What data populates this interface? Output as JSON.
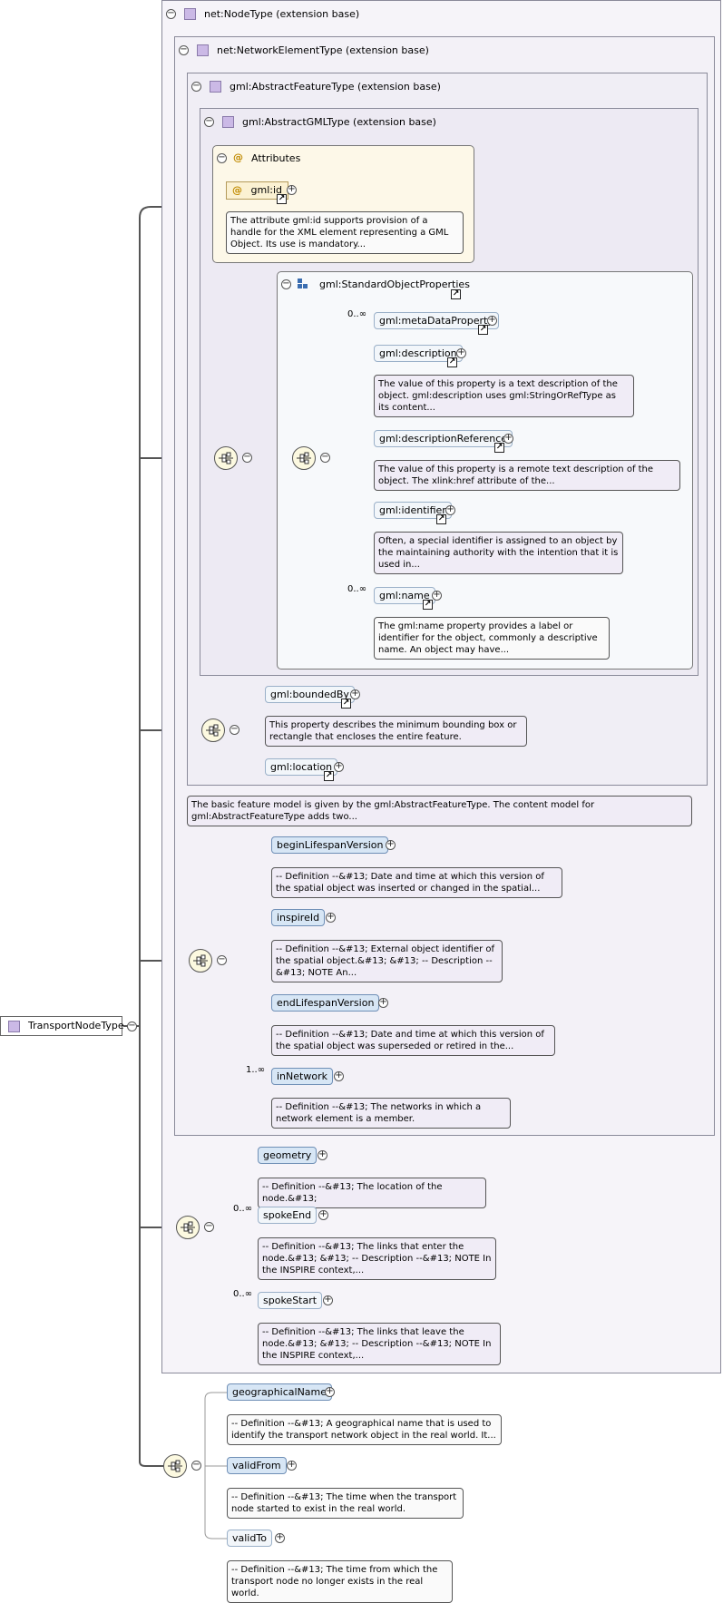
{
  "root": {
    "label": "TransportNodeType"
  },
  "frames": {
    "node_type": "net:NodeType (extension base)",
    "network_element": "net:NetworkElementType (extension base)",
    "abstract_feature": "gml:AbstractFeatureType (extension base)",
    "abstract_gml": "gml:AbstractGMLType (extension base)",
    "attributes": "Attributes",
    "standard_props": "gml:StandardObjectProperties"
  },
  "attribute_id": {
    "label": "gml:id",
    "doc": "The attribute gml:id supports provision of a handle for the XML element representing a GML Object. Its use is mandatory..."
  },
  "standard_items": [
    {
      "label": "gml:metaDataProperty",
      "card": "0..∞",
      "doc": ""
    },
    {
      "label": "gml:description",
      "card": "",
      "doc": "The value of this property is a text description of the object. gml:description uses gml:StringOrRefType as its content..."
    },
    {
      "label": "gml:descriptionReference",
      "card": "",
      "doc": "The value of this property is a remote text description of the object. The xlink:href attribute of the..."
    },
    {
      "label": "gml:identifier",
      "card": "",
      "doc": "Often, a special identifier is assigned to an object by the maintaining authority with the intention that it is used in..."
    },
    {
      "label": "gml:name",
      "card": "0..∞",
      "doc": "The gml:name property provides a label or identifier for the object, commonly a descriptive name. An object may have..."
    }
  ],
  "feature_items": [
    {
      "label": "gml:boundedBy",
      "doc": "This property describes the minimum bounding box or rectangle that encloses the entire feature."
    },
    {
      "label": "gml:location",
      "doc": ""
    }
  ],
  "feature_doc": "The basic feature model is given by the gml:AbstractFeatureType. The content model for gml:AbstractFeatureType adds two...",
  "network_items": [
    {
      "label": "beginLifespanVersion",
      "card": "",
      "doc": "-- Definition --&#13; Date and time at which this version of the spatial object was inserted or changed in the spatial..."
    },
    {
      "label": "inspireId",
      "card": "",
      "doc": "-- Definition --&#13; External object identifier of the spatial object.&#13; &#13; -- Description --&#13; NOTE An..."
    },
    {
      "label": "endLifespanVersion",
      "card": "",
      "doc": "-- Definition --&#13; Date and time at which this version of the spatial object was superseded or retired in the..."
    },
    {
      "label": "inNetwork",
      "card": "1..∞",
      "doc": "-- Definition --&#13; The networks in which a network element is a member."
    }
  ],
  "node_items": [
    {
      "label": "geometry",
      "card": "",
      "doc": "-- Definition --&#13; The location of the node.&#13;"
    },
    {
      "label": "spokeEnd",
      "card": "0..∞",
      "doc": "-- Definition --&#13; The links that enter the node.&#13; &#13; -- Description --&#13; NOTE In the INSPIRE context,..."
    },
    {
      "label": "spokeStart",
      "card": "0..∞",
      "doc": "-- Definition --&#13; The links that leave the node.&#13; &#13; -- Description --&#13; NOTE In the INSPIRE context,..."
    }
  ],
  "transport_items": [
    {
      "label": "geographicalName",
      "doc": "-- Definition --&#13; A geographical name that is used to identify the transport network object in the real world. It..."
    },
    {
      "label": "validFrom",
      "doc": "-- Definition --&#13; The time when the transport node started to exist in the real world."
    },
    {
      "label": "validTo",
      "doc": "-- Definition --&#13; The time from which the transport node no longer exists in the real world."
    }
  ],
  "symbols": {
    "collapse": "−",
    "expand": "+",
    "ref": "↗",
    "attr": "@"
  },
  "colors": {
    "element_fill": "#d7e6f5",
    "doc_fill": "#f0ecf6",
    "type_icon": "#cbb9e6",
    "compositor_fill": "#fcf9e0"
  },
  "icons": [
    "collapse-icon",
    "expand-icon",
    "reference-arrow-icon",
    "sequence-compositor-icon",
    "complex-type-icon",
    "attribute-icon",
    "group-icon"
  ]
}
